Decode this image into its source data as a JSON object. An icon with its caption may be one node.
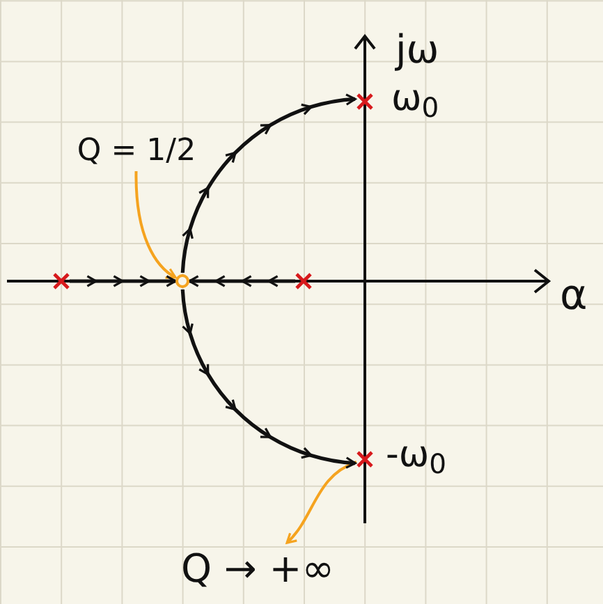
{
  "diagram": {
    "nodes": [
      {
        "text": [
          "Q = 1/2"
        ]
      },
      {
        "text": [],
        "shape": "circle"
      },
      {
        "text": [
          "Q → +∞"
        ]
      },
      {
        "text": [],
        "shape": "cross"
      },
      {
        "text": [],
        "shape": "cross"
      },
      {
        "text": [],
        "shape": "cross"
      },
      {
        "text": [],
        "shape": "cross"
      }
    ],
    "edges": [
      {
        "from": 0,
        "to": 1,
        "arrow": "to",
        "color": "#f5a31f"
      },
      {
        "from": 6,
        "to": 2,
        "arrow": "to",
        "color": "#f5a31f"
      },
      {
        "from": 3,
        "to": 1,
        "arrow": "to"
      },
      {
        "from": 4,
        "to": 1,
        "arrow": "to"
      },
      {
        "from": 1,
        "to": 5,
        "arrow": "to"
      },
      {
        "from": 1,
        "to": 6,
        "arrow": "to"
      }
    ],
    "labels": [
      "jω",
      "ω$_{0}$",
      "-ω$_{0}$",
      "α"
    ]
  }
}
